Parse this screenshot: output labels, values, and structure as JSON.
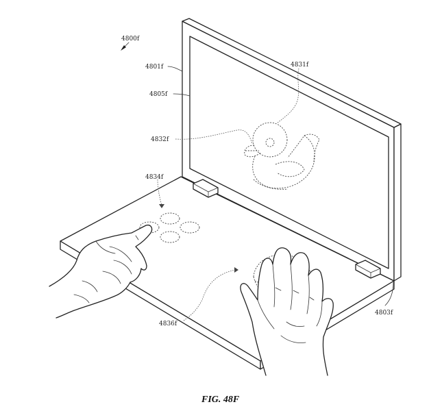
{
  "figure": {
    "caption": "FIG. 48F",
    "reference_labels": {
      "device": "4800f",
      "display_housing": "4801f",
      "display": "4805f",
      "virtual_object": "4831f",
      "object_part": "4832f",
      "input_region": "4834f",
      "hand_input": "4836f",
      "base_housing": "4803f"
    }
  }
}
